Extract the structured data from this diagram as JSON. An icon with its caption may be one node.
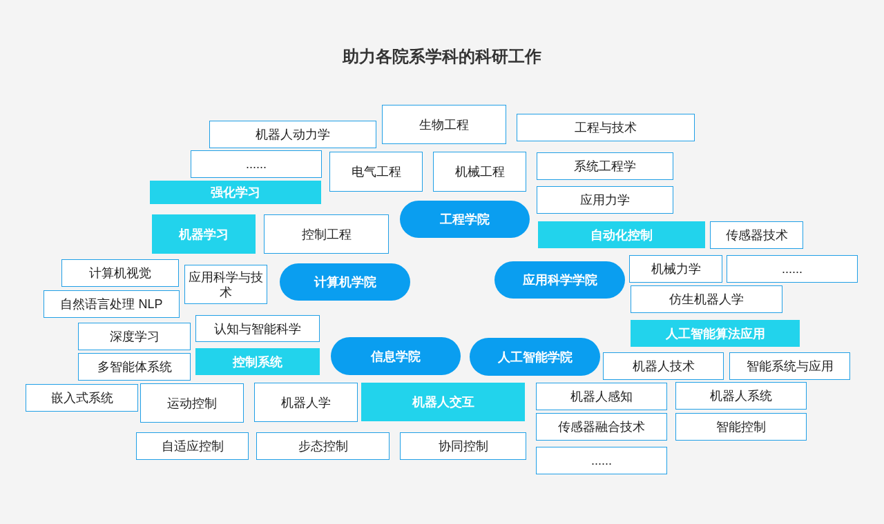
{
  "diagram": {
    "title": "助力各院系学科的科研工作",
    "nodes": [
      {
        "text": [
          "生物工程"
        ]
      },
      {
        "text": [
          "工程与技术"
        ]
      },
      {
        "text": [
          "机器人动力学"
        ]
      },
      {
        "text": [
          "......"
        ]
      },
      {
        "text": [
          "电气工程"
        ]
      },
      {
        "text": [
          "机械工程"
        ]
      },
      {
        "text": [
          "系统工程学"
        ]
      },
      {
        "text": [
          "强化学习"
        ]
      },
      {
        "text": [
          "应用力学"
        ]
      },
      {
        "text": [
          "工程学院"
        ]
      },
      {
        "text": [
          "机器学习"
        ]
      },
      {
        "text": [
          "控制工程"
        ]
      },
      {
        "text": [
          "自动化控制"
        ]
      },
      {
        "text": [
          "传感器技术"
        ]
      },
      {
        "text": [
          "机械力学"
        ]
      },
      {
        "text": [
          "......"
        ]
      },
      {
        "text": [
          "计算机视觉"
        ]
      },
      {
        "text": [
          "应用科学与技术"
        ]
      },
      {
        "text": [
          "计算机学院"
        ]
      },
      {
        "text": [
          "应用科学学院"
        ]
      },
      {
        "text": [
          "仿生机器人学"
        ]
      },
      {
        "text": [
          "自然语言处理 NLP"
        ]
      },
      {
        "text": [
          "认知与智能科学"
        ]
      },
      {
        "text": [
          "人工智能算法应用"
        ]
      },
      {
        "text": [
          "深度学习"
        ]
      },
      {
        "text": [
          "信息学院"
        ]
      },
      {
        "text": [
          "人工智能学院"
        ]
      },
      {
        "text": [
          "控制系统"
        ]
      },
      {
        "text": [
          "多智能体系统"
        ]
      },
      {
        "text": [
          "机器人技术"
        ]
      },
      {
        "text": [
          "智能系统与应用"
        ]
      },
      {
        "text": [
          "嵌入式系统"
        ]
      },
      {
        "text": [
          "运动控制"
        ]
      },
      {
        "text": [
          "机器人学"
        ]
      },
      {
        "text": [
          "机器人交互"
        ]
      },
      {
        "text": [
          "机器人感知"
        ]
      },
      {
        "text": [
          "机器人系统"
        ]
      },
      {
        "text": [
          "传感器融合技术"
        ]
      },
      {
        "text": [
          "智能控制"
        ]
      },
      {
        "text": [
          "自适应控制"
        ]
      },
      {
        "text": [
          "步态控制"
        ]
      },
      {
        "text": [
          "协同控制"
        ]
      },
      {
        "text": [
          "......"
        ]
      }
    ]
  }
}
